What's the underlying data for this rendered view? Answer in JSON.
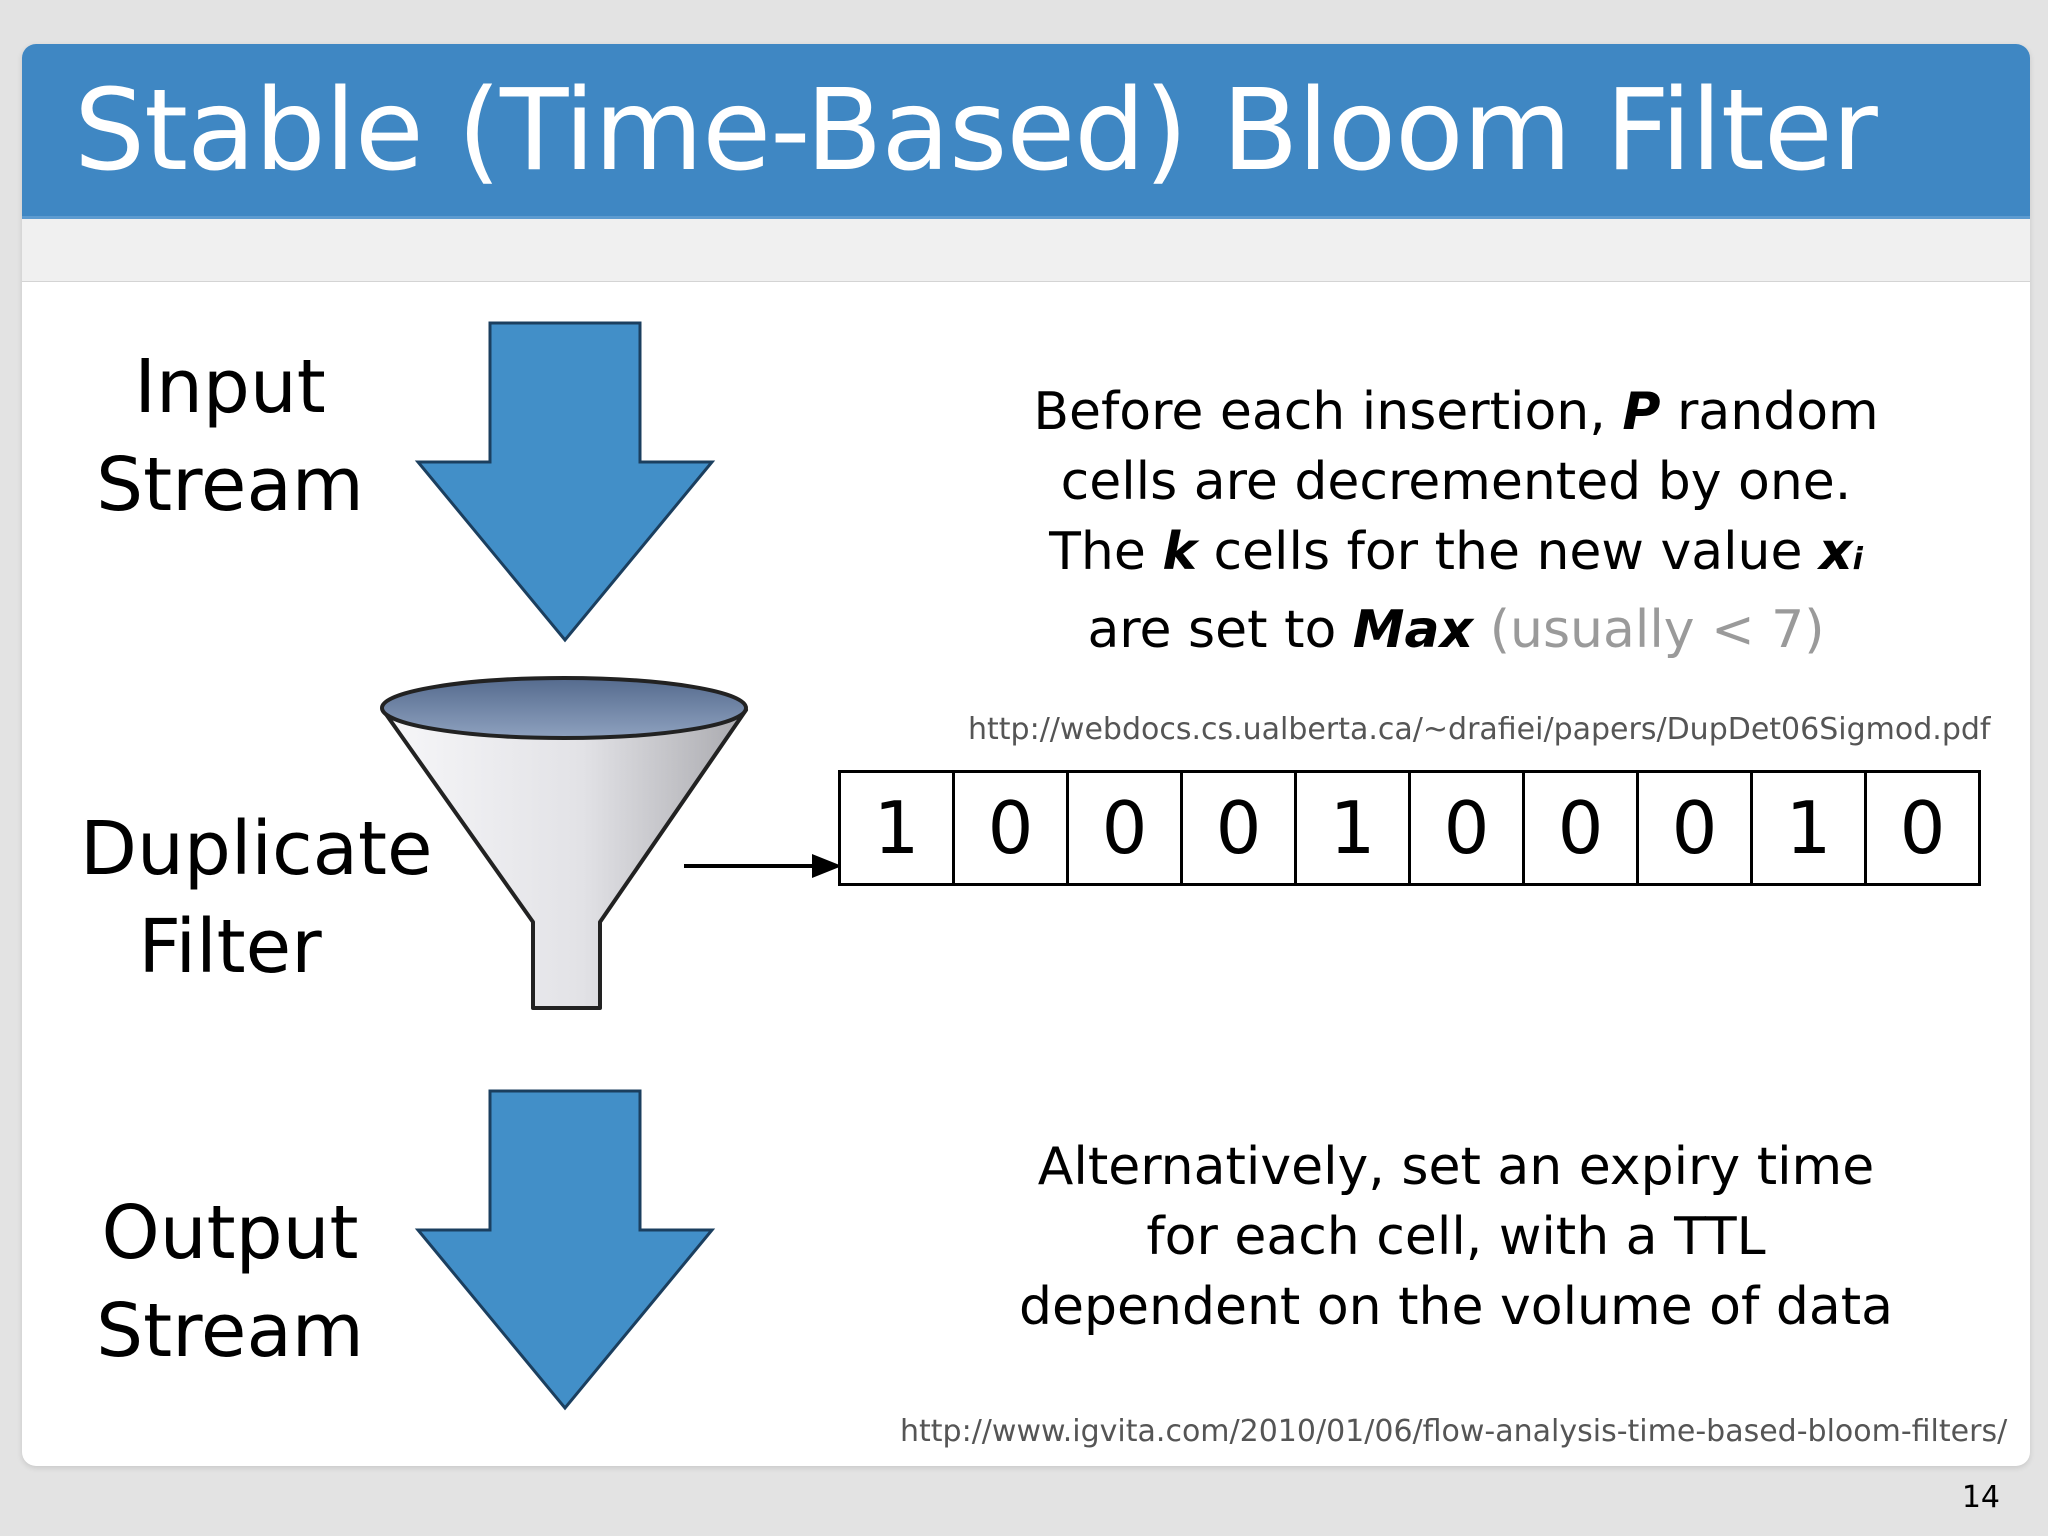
{
  "slide": {
    "title": "Stable (Time-Based) Bloom Filter",
    "page_number": "14"
  },
  "labels": {
    "input": [
      "Input",
      "Stream"
    ],
    "filter": [
      "Duplicate",
      "Filter"
    ],
    "output": [
      "Output",
      "Stream"
    ]
  },
  "description_top": {
    "line1_before": "Before each insertion, ",
    "line1_var": "P",
    "line1_after": " random",
    "line2": "cells are decremented by one.",
    "line3_before": "The ",
    "line3_var": "k",
    "line3_middle": " cells for the new value ",
    "line3_var2": "x",
    "line3_sub": "i",
    "line4_before": "are set to ",
    "line4_var": "Max",
    "line4_note": " (usually < 7)"
  },
  "url_top": "http://webdocs.cs.ualberta.ca/~drafiei/papers/DupDet06Sigmod.pdf",
  "bits": [
    "1",
    "0",
    "0",
    "0",
    "1",
    "0",
    "0",
    "0",
    "1",
    "0"
  ],
  "description_bottom": [
    "Alternatively, set an expiry time",
    "for each cell,  with a TTL",
    "dependent on the volume of data"
  ],
  "url_bottom": "http://www.igvita.com/2010/01/06/flow-analysis-time-based-bloom-filters/",
  "colors": {
    "title_bar": "#3f87c3",
    "arrow_fill": "#428fc8",
    "arrow_stroke": "#1b3f5f"
  }
}
